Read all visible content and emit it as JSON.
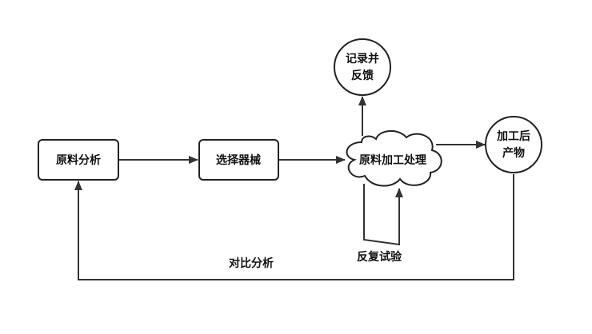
{
  "nodes": {
    "raw_analysis": "原料分析",
    "select_equipment": "选择器械",
    "raw_processing": "原料加工处理",
    "record_feedback": [
      "记录并",
      "反馈"
    ],
    "product": [
      "加工后",
      "产物"
    ]
  },
  "edge_labels": {
    "compare_analysis": "对比分析",
    "repeat_test": "反复试验"
  },
  "colors": {
    "stroke": "#222222",
    "fill": "#ffffff",
    "text": "#111111"
  }
}
